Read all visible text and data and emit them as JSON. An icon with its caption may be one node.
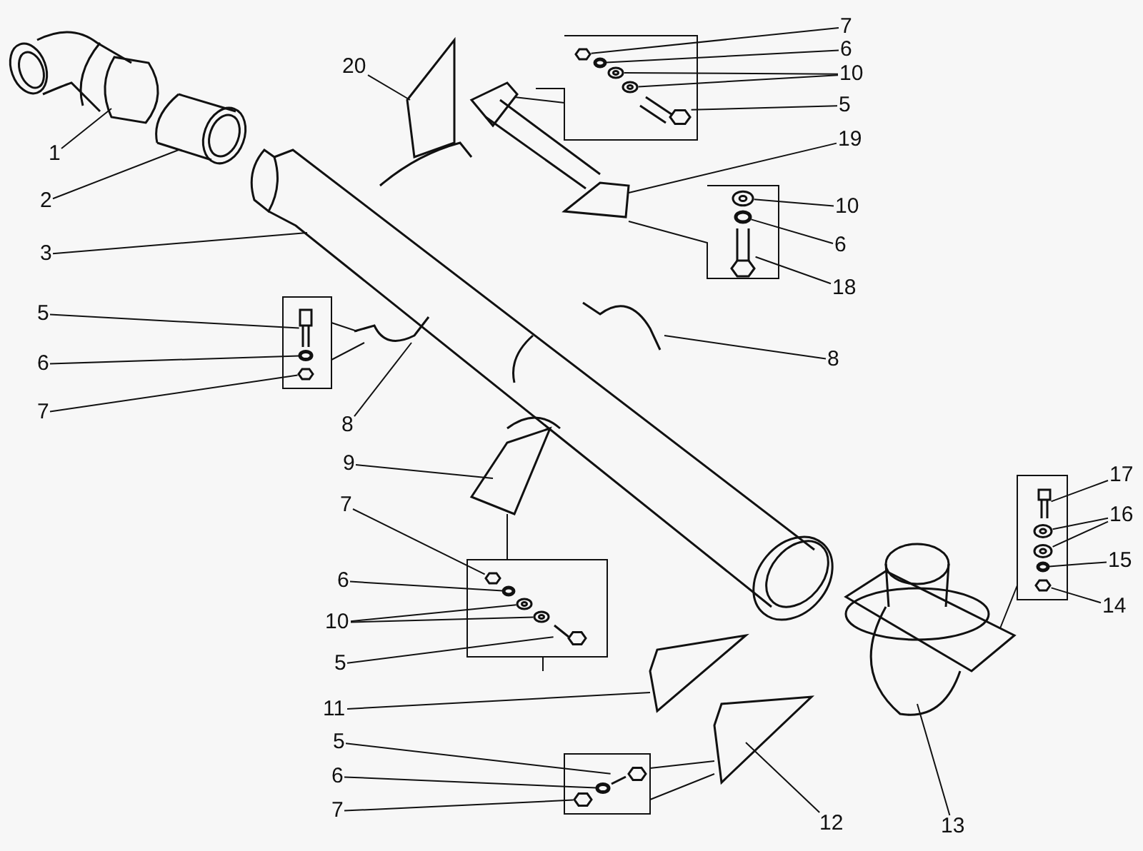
{
  "diagram": {
    "nodes": [
      {
        "text": [
          "1"
        ]
      },
      {
        "text": [
          "2"
        ]
      },
      {
        "text": [
          "3"
        ]
      },
      {
        "text": [
          "20"
        ]
      },
      {
        "text": [
          "7"
        ]
      },
      {
        "text": [
          "6"
        ]
      },
      {
        "text": [
          "10"
        ]
      },
      {
        "text": [
          "5"
        ]
      },
      {
        "text": [
          "19"
        ]
      },
      {
        "text": [
          "10"
        ]
      },
      {
        "text": [
          "6"
        ]
      },
      {
        "text": [
          "18"
        ]
      },
      {
        "text": [
          "5"
        ]
      },
      {
        "text": [
          "6"
        ]
      },
      {
        "text": [
          "7"
        ]
      },
      {
        "text": [
          "8"
        ]
      },
      {
        "text": [
          "8"
        ]
      },
      {
        "text": [
          "9"
        ]
      },
      {
        "text": [
          "7"
        ]
      },
      {
        "text": [
          "6"
        ]
      },
      {
        "text": [
          "10"
        ]
      },
      {
        "text": [
          "5"
        ]
      },
      {
        "text": [
          "11"
        ]
      },
      {
        "text": [
          "5"
        ]
      },
      {
        "text": [
          "6"
        ]
      },
      {
        "text": [
          "7"
        ]
      },
      {
        "text": [
          "12"
        ]
      },
      {
        "text": [
          "13"
        ]
      },
      {
        "text": [
          "17"
        ]
      },
      {
        "text": [
          "16"
        ]
      },
      {
        "text": [
          "15"
        ]
      },
      {
        "text": [
          "14"
        ]
      },
      {
        "text": [],
        "shape": "picture"
      },
      {
        "text": [],
        "shape": "circle"
      },
      {
        "text": [],
        "shape": "picture"
      },
      {
        "text": [],
        "shape": "picture"
      },
      {
        "text": [],
        "shape": "picture"
      },
      {
        "text": [],
        "shape": "picture"
      },
      {
        "text": [],
        "shape": "circle"
      },
      {
        "text": [],
        "shape": "picture"
      },
      {
        "text": [],
        "shape": "picture"
      },
      {
        "text": [],
        "shape": "circle"
      },
      {
        "text": [],
        "shape": "picture"
      },
      {
        "text": [],
        "shape": "picture"
      },
      {
        "text": [],
        "shape": "circle"
      },
      {
        "text": [],
        "shape": "picture"
      },
      {
        "text": [],
        "shape": "picture"
      },
      {
        "text": [],
        "shape": "picture"
      },
      {
        "text": [],
        "shape": "picture"
      },
      {
        "text": [],
        "shape": "circle"
      },
      {
        "text": [],
        "shape": "picture"
      },
      {
        "text": [],
        "shape": "picture"
      },
      {
        "text": [],
        "shape": "picture"
      },
      {
        "text": [],
        "shape": "picture"
      },
      {
        "text": [],
        "shape": "circle"
      },
      {
        "text": [],
        "shape": "picture"
      }
    ],
    "edges": [
      {
        "from": 0,
        "to": null,
        "arrow": "none"
      },
      {
        "from": 1,
        "to": null,
        "arrow": "none"
      },
      {
        "from": 2,
        "to": null,
        "arrow": "none"
      },
      {
        "from": 3,
        "to": null,
        "arrow": "none"
      },
      {
        "from": 4,
        "to": 32,
        "arrow": "none"
      },
      {
        "from": 5,
        "to": 33,
        "arrow": "none"
      },
      {
        "from": 6,
        "to": 34,
        "arrow": "none"
      },
      {
        "from": 6,
        "to": 35,
        "arrow": "none"
      },
      {
        "from": 7,
        "to": 36,
        "arrow": "none"
      },
      {
        "from": 8,
        "to": null,
        "arrow": "none"
      },
      {
        "from": 9,
        "to": 37,
        "arrow": "none"
      },
      {
        "from": 10,
        "to": 38,
        "arrow": "none"
      },
      {
        "from": 11,
        "to": 39,
        "arrow": "none"
      },
      {
        "from": 12,
        "to": 40,
        "arrow": "none"
      },
      {
        "from": 13,
        "to": 41,
        "arrow": "none"
      },
      {
        "from": 14,
        "to": 42,
        "arrow": "none"
      },
      {
        "from": 15,
        "to": null,
        "arrow": "none"
      },
      {
        "from": 16,
        "to": null,
        "arrow": "none"
      },
      {
        "from": 17,
        "to": null,
        "arrow": "none"
      },
      {
        "from": 18,
        "to": 43,
        "arrow": "none"
      },
      {
        "from": 19,
        "to": 44,
        "arrow": "none"
      },
      {
        "from": 20,
        "to": 45,
        "arrow": "none"
      },
      {
        "from": 20,
        "to": 46,
        "arrow": "none"
      },
      {
        "from": 21,
        "to": 47,
        "arrow": "none"
      },
      {
        "from": 22,
        "to": null,
        "arrow": "none"
      },
      {
        "from": 23,
        "to": 48,
        "arrow": "none"
      },
      {
        "from": 24,
        "to": 49,
        "arrow": "none"
      },
      {
        "from": 25,
        "to": 50,
        "arrow": "none"
      },
      {
        "from": 26,
        "to": null,
        "arrow": "none"
      },
      {
        "from": 27,
        "to": null,
        "arrow": "none"
      },
      {
        "from": 28,
        "to": 51,
        "arrow": "none"
      },
      {
        "from": 29,
        "to": 52,
        "arrow": "none"
      },
      {
        "from": 29,
        "to": 53,
        "arrow": "none"
      },
      {
        "from": 30,
        "to": 54,
        "arrow": "none"
      },
      {
        "from": 31,
        "to": 55,
        "arrow": "none"
      }
    ]
  }
}
